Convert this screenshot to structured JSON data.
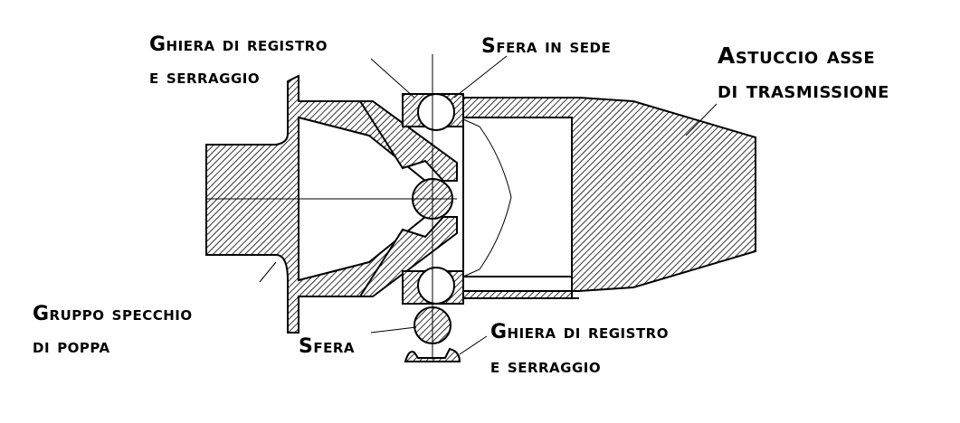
{
  "diagram": {
    "colors": {
      "ink": "#000000",
      "background": "#ffffff"
    },
    "labels": {
      "ghiera_top_line1": "Ghiera di registro",
      "ghiera_top_line2": "e serraggio",
      "sfera_in_sede": "Sfera in sede",
      "astuccio_line1": "Astuccio asse",
      "astuccio_line2": "di trasmissione",
      "gruppo_line1": "Gruppo specchio",
      "gruppo_line2": "di poppa",
      "sfera": "Sfera",
      "ghiera_bottom_line1": "Ghiera di registro",
      "ghiera_bottom_line2": "e serraggio"
    }
  }
}
